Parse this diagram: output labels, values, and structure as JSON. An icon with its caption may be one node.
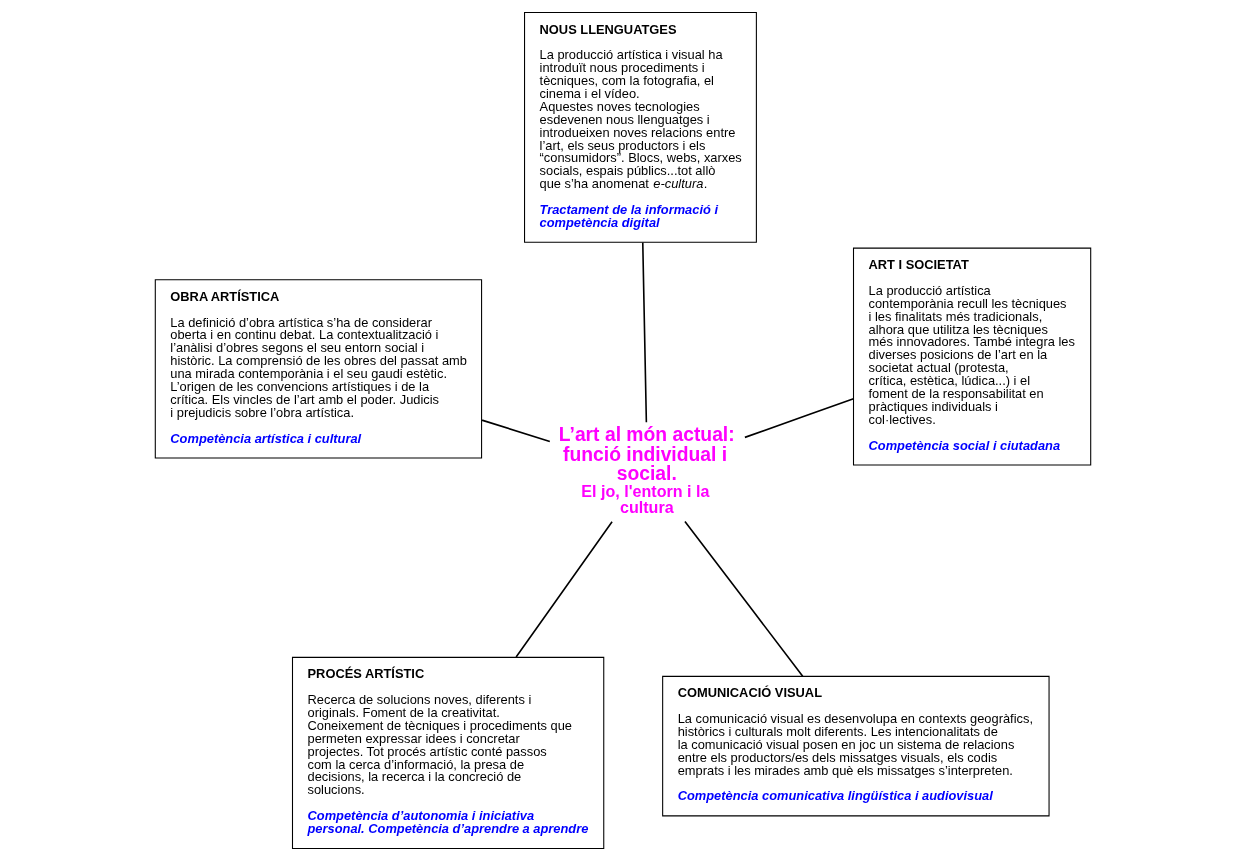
{
  "diagram": {
    "nodes": [
      {
        "text": [
          "PROCÉS ARTÍSTIC",
          "Recerca de solucions noves, diferents i originals. Foment de la creativitat. Coneixement de tècniques i procediments que permeten expressar idees i concretar projectes. Tot procés artístic conté passos com la cerca d’informació, la presa de decisions, la recerca i la concreció de solucions.",
          "Competència d’autonomia i iniciativa personal. Competència d’aprendre a aprendre"
        ]
      },
      {
        "text": [
          "COMUNICACIÓ VISUAL",
          "La comunicació visual es desenvolupa en contexts geogràfics, històrics i culturals molt diferents. Les intencionalitats de la comunicació visual posen en joc un sistema de relacions entre els productors/es dels missatges visuals, els codis emprats i les mirades amb què els missatges s’interpreten.",
          "Competència comunicativa lingüística i audiovisual"
        ]
      },
      {
        "text": [
          "L’art al món actual: funció individual i social.",
          "El jo, l'entorn i la cultura"
        ]
      },
      {
        "text": [
          "NOUS LLENGUATGES",
          "La producció artística i visual ha introduït nous procediments i tècniques, com la fotografia, el cinema i el vídeo.",
          "Aquestes noves tecnologies esdevenen nous llenguatges i introdueixen noves relacions entre l’art, els seus productors i els “consumidors”. Blocs, webs, xarxes socials, espais públics...tot allò que s’ha anomenat *e-cultura*.",
          "Tractament de la informació i competència digital"
        ]
      },
      {
        "text": [
          "ART I SOCIETAT",
          "La producció artística contemporània recull les tècniques i les finalitats més tradicionals, alhora que utilitza les tècniques més innovadores. També integra les diverses posicions de l’art en la societat actual (protesta, crítica, estètica, lúdica...) i el foment de la responsabilitat en pràctiques individuals i col·lectives.",
          "Competència social i ciutadana"
        ]
      },
      {
        "text": [
          "OBRA ARTÍSTICA",
          "La definició d’obra artística s’ha de considerar oberta i en continu debat. La contextualització i l’anàlisi d’obres segons el seu entorn social i històric. La comprensió de les obres del passat amb una mirada contemporània i el seu gaudi estètic. L’origen de les convencions artístiques i de la crítica. Els vincles de l’art amb el poder. Judicis i prejudicis sobre l’obra artística.",
          "Competència artística i cultural"
        ]
      }
    ],
    "edges": [
      {
        "from": 0,
        "to": 2,
        "arrow": "none"
      },
      {
        "from": 1,
        "to": 2,
        "arrow": "none"
      },
      {
        "from": 3,
        "to": 2,
        "arrow": "none"
      },
      {
        "from": 4,
        "to": 2,
        "arrow": "none"
      },
      {
        "from": 5,
        "to": 2,
        "arrow": "none"
      }
    ]
  }
}
